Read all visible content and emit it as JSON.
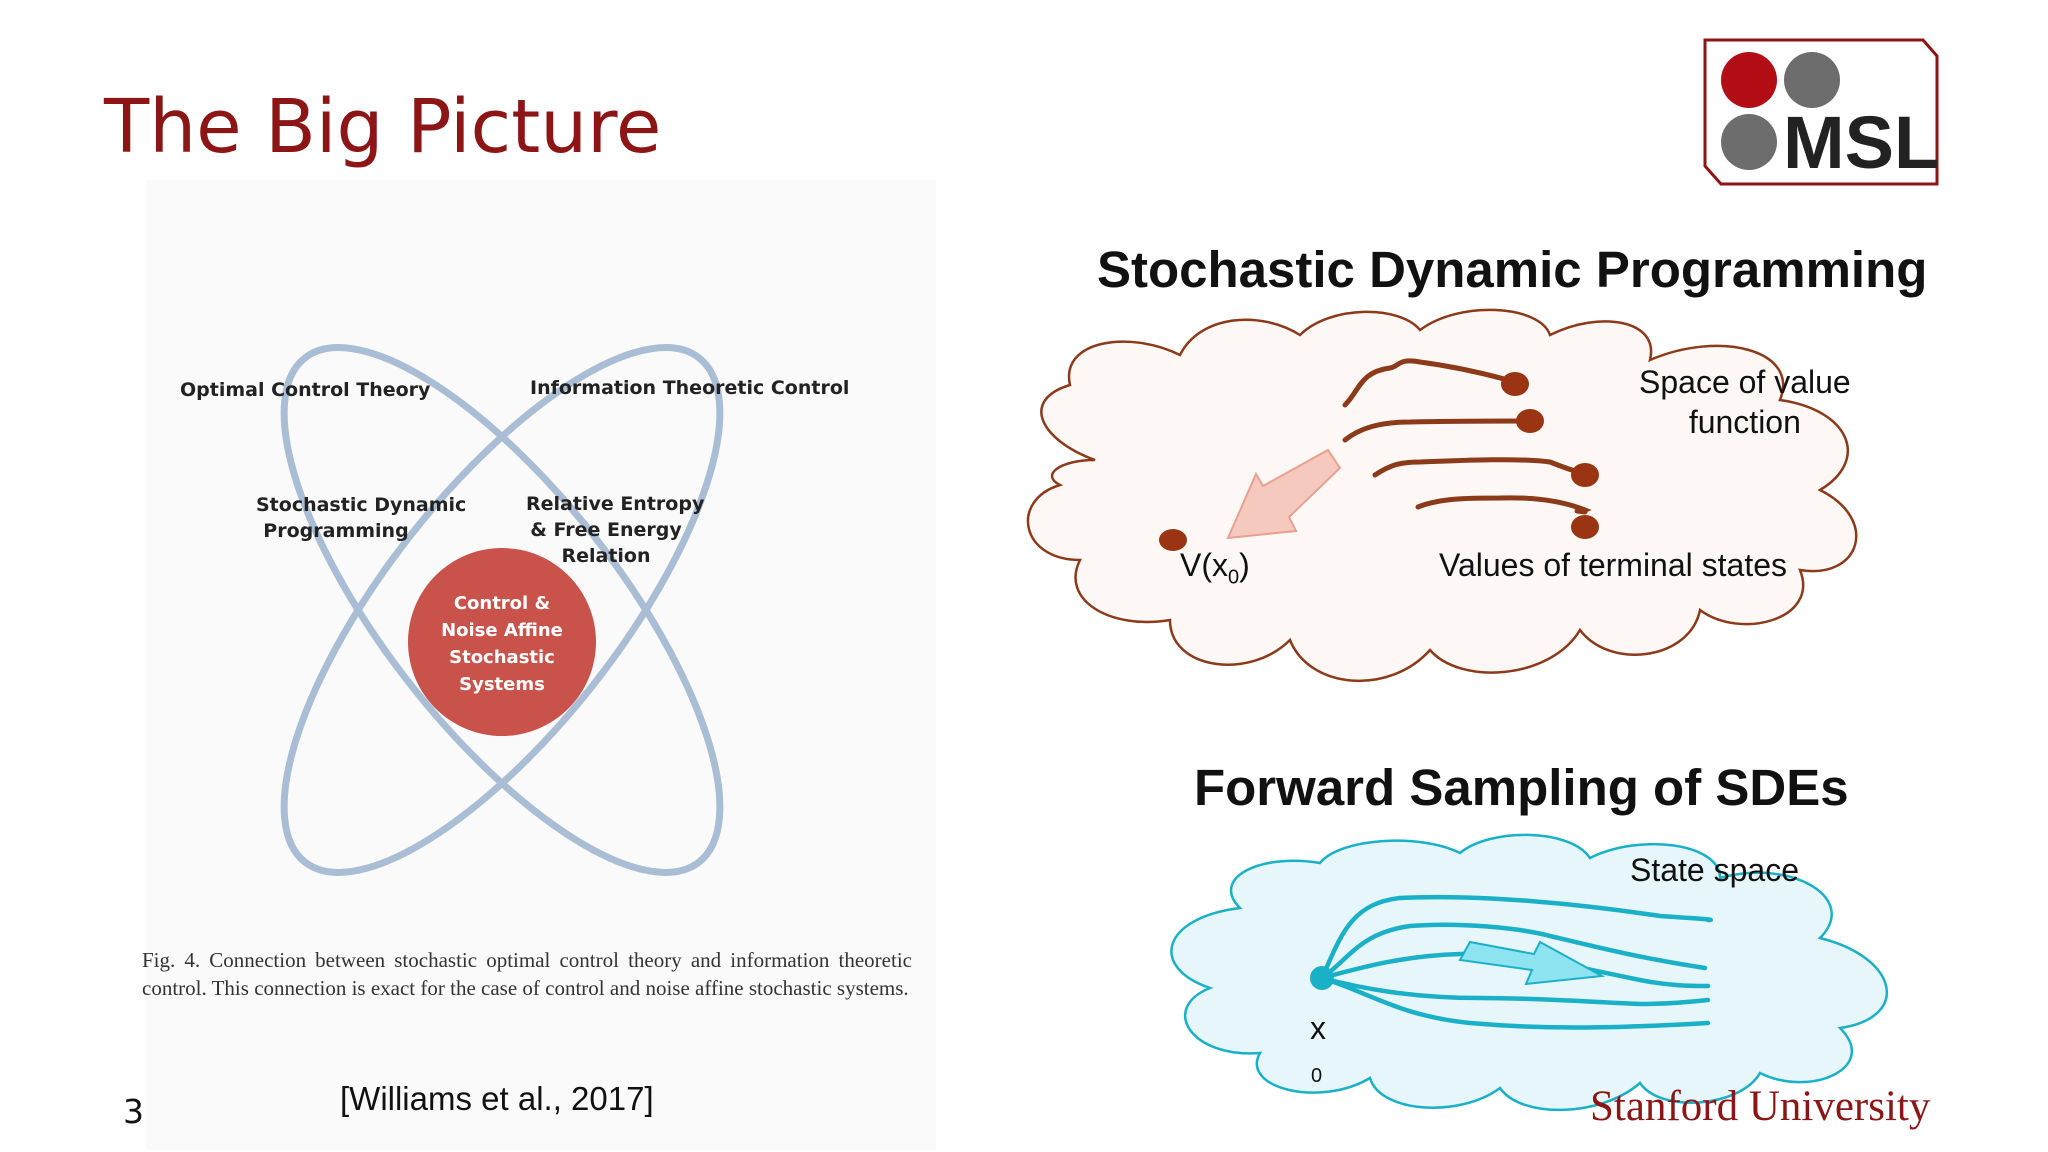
{
  "slide": {
    "title": "The Big Picture",
    "number": "3",
    "citation": "[Williams et al., 2017]",
    "university": "Stanford University",
    "logo_text": "MSL"
  },
  "figure": {
    "optimal_control_label": "Optimal Control  Theory",
    "info_theoretic_label": "Information Theoretic Control",
    "sdp_label_line1": "Stochastic Dynamic",
    "sdp_label_line2": "Programming",
    "entropy_line1": "Relative Entropy",
    "entropy_line2": "& Free Energy",
    "entropy_line3": "Relation",
    "center_line1": "Control &",
    "center_line2": "Noise Affine",
    "center_line3": "Stochastic",
    "center_line4": "Systems",
    "caption": "Fig. 4.  Connection between stochastic optimal control theory and information theoretic control. This connection is exact for the case of control and noise affine stochastic systems."
  },
  "sdp_panel": {
    "heading": "Stochastic Dynamic Programming",
    "space_label_line1": "Space of value",
    "space_label_line2": "function",
    "value_label": "V(x",
    "value_sub": "0",
    "value_close": ")",
    "terminal_label": "Values of terminal states"
  },
  "sde_panel": {
    "heading": "Forward Sampling of SDEs",
    "state_label": "State space",
    "x_label": "x",
    "x_sub": "0"
  },
  "colors": {
    "title_red": "#8c1515",
    "cloud_brown": "#8b3a1a",
    "cloud_fill": "#fdf8f6",
    "sde_teal": "#1ab0c8",
    "ellipse_blue": "#a9bdd4",
    "center_red": "#c9534b"
  }
}
